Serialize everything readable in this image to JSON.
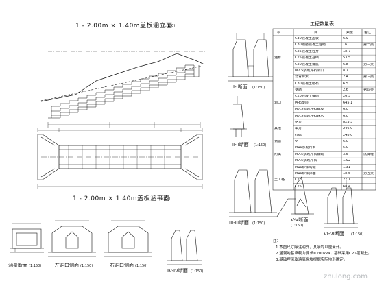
{
  "views": {
    "elevation_title": "1 - 2.00m × 1.40m盖板涵立面",
    "elevation_scale": "(1:150)",
    "plan_title": "1 - 2.00m × 1.40m盖板涵平面",
    "plan_scale": "(1:150)",
    "section_1_1": "I-I断面",
    "section_1_1_scale": "(1:150)",
    "section_2_2": "II-II断面",
    "section_2_2_scale": "(1:150)",
    "section_3_3": "III-III断面",
    "section_3_3_scale": "(1:150)",
    "section_4_4": "IV-IV断面",
    "section_4_4_scale": "(1:150)",
    "section_5_5": "V-V断面",
    "section_5_5_scale": "(1:150)",
    "section_6_6": "VI-VI断面",
    "section_6_6_scale": "(1:150)",
    "inlet_view": "涵身断面",
    "inlet_view_scale": "(1:150)",
    "outlet_left": "左洞口侧面",
    "outlet_left_scale": "(1:150)",
    "outlet_right": "右洞口侧面",
    "outlet_right_scale": "(1:150)"
  },
  "table": {
    "title": "工程数量表",
    "headers": [
      "项",
      "目",
      "数量",
      "备注"
    ],
    "rows": [
      [
        "",
        "C30混凝土盖板",
        "6.9",
        ""
      ],
      [
        "",
        "C30钢筋混凝土台帽",
        "16",
        "第一类"
      ],
      [
        "",
        "C25混凝土台身",
        "18.7",
        ""
      ],
      [
        "涵身",
        "C25混凝土基础",
        "53.5",
        ""
      ],
      [
        "",
        "C20混凝土铺底",
        "6.8",
        "第二类"
      ],
      [
        "",
        "M7.5浆砌片石洞口",
        "8.7",
        ""
      ],
      [
        "",
        "沥青麻絮",
        "2.4",
        "第三类"
      ],
      [
        "",
        "C30混凝土帽石",
        "6.5",
        ""
      ],
      [
        "",
        "钢筋",
        "2.6",
        "第四类"
      ],
      [
        "",
        "C20混凝土铺砌",
        "26.5",
        ""
      ],
      [
        "洞口",
        "碎石垫层",
        "645.1",
        ""
      ],
      [
        "",
        "M7.5浆砌片石锥坡",
        "6.0",
        ""
      ],
      [
        "",
        "M7.5浆砌片石跌水",
        "6.0",
        ""
      ],
      [
        "",
        "挖方",
        "823.5",
        ""
      ],
      [
        "其他",
        "填方",
        "246.0",
        ""
      ],
      [
        "",
        "砂砾",
        "248.0",
        ""
      ],
      [
        "钢筋",
        "Φ",
        "6.0",
        ""
      ],
      [
        "",
        "M10浆砌片石",
        "5.0",
        ""
      ],
      [
        "附属",
        "M7.5浆砌片石铺砌",
        "3.5",
        "沉降缝"
      ],
      [
        "",
        "M7.5浆砌片石",
        "1.92",
        ""
      ],
      [
        "",
        "M10砂浆勾缝",
        "1.31",
        ""
      ],
      [
        "",
        "M10砂浆抹面",
        "18.5",
        "第五类"
      ],
      [
        "土工格",
        "C20",
        "27.1",
        ""
      ],
      [
        "",
        "C25",
        "68.4",
        ""
      ]
    ]
  },
  "notes": [
    "注：",
    "1.本图尺寸除注明外，其余均以厘米计。",
    "2.涵洞地基承载力要求≥200kPa，基础采用C25混凝土。",
    "3.基础埋深及涵底纵坡根据实际地形确定。"
  ],
  "watermark": "zhulong.com"
}
